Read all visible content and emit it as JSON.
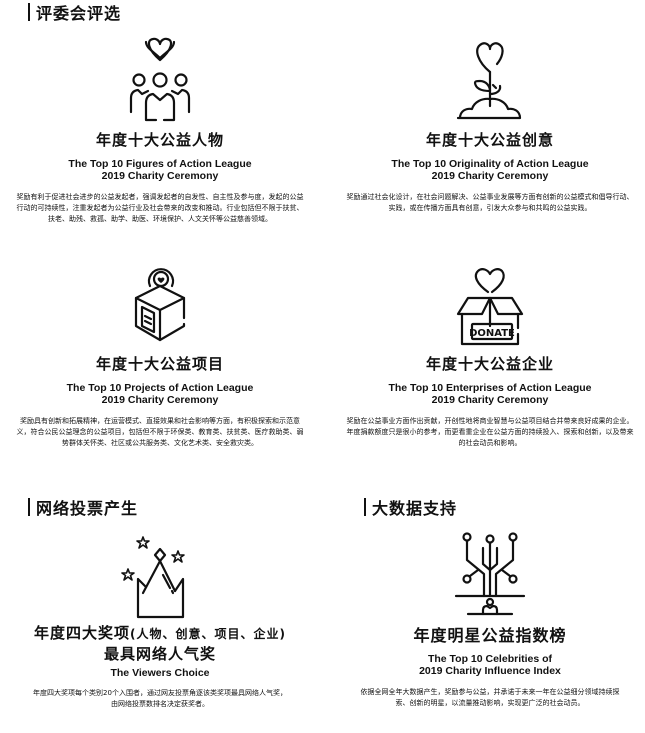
{
  "sections": {
    "jury": {
      "title": "评委会评选"
    },
    "vote": {
      "title": "网络投票产生"
    },
    "data": {
      "title": "大数据支持"
    }
  },
  "cards": [
    {
      "icon": "people-heart-icon",
      "cn_title": "年度十大公益人物",
      "en_line1": "The Top 10 Figures of Action League",
      "en_line2": "2019 Charity Ceremony",
      "desc": "奖励有利于促进社会进步的公益发起者，强调发起者的自发性、自主性及参与度，发起的公益行动的可持续性，注重发起者为公益行业及社会带来的改变和推动。行业包括但不限于扶贫、扶老、助残、救孤、助学、助医、环境保护、人文关怀等公益慈善领域。"
    },
    {
      "icon": "heart-sprout-icon",
      "cn_title": "年度十大公益创意",
      "en_line1": "The Top 10 Originality of Action League",
      "en_line2": "2019 Charity Ceremony",
      "desc": "奖励通过社会化设计，在社会问题解决、公益事业发展等方面有创新的公益模式和倡导行动、实践，或在传播方面具有创意，引发大众参与和共鸣的公益实践。"
    },
    {
      "icon": "donation-box-icon",
      "cn_title": "年度十大公益项目",
      "en_line1": "The Top 10 Projects of Action League",
      "en_line2": "2019 Charity Ceremony",
      "desc": "奖励具有创新和拓展精神，在运营模式、直接效果和社会影响等方面，有积极探索和示范意义，符合公民公益理念的公益项目，包括但不限于环保类、教育类、扶贫类、医疗救助类、弱势群体关怀类、社区或公共服务类、文化艺术类、安全救灾类。"
    },
    {
      "icon": "donate-box-icon",
      "donate_label": "DONATE",
      "cn_title": "年度十大公益企业",
      "en_line1": "The Top 10 Enterprises of Action League",
      "en_line2": "2019 Charity Ceremony",
      "desc": "奖励在公益事业方面作出贡献，开创性地将商业智慧与公益项目结合并带来良好成果的企业。年度捐款额度只是很小的参考，而更看重企业在公益方面的持续投入、探索和创新，以及带来的社会动员和影响。"
    },
    {
      "icon": "crown-stars-icon",
      "cn_title_main": "年度四大奖项",
      "cn_title_paren": "(人物、创意、项目、企业)",
      "cn_title_line2": "最具网络人气奖",
      "en_line1": "The Viewers Choice",
      "desc": "年度四大奖项每个类别20个入围者，通过网友投票角逐该类奖项最具网络人气奖，由网络投票数排名决定获奖者。"
    },
    {
      "icon": "data-tree-icon",
      "cn_title": "年度明星公益指数榜",
      "en_line1": "The Top 10  Celebrities of",
      "en_line2": "2019 Charity Influence Index",
      "desc": "依据全网全年大数据产生，奖励参与公益，并承诺于未来一年在公益细分领域持续探索、创新的明星，以流量推动影响，实现更广泛的社会动员。"
    }
  ]
}
